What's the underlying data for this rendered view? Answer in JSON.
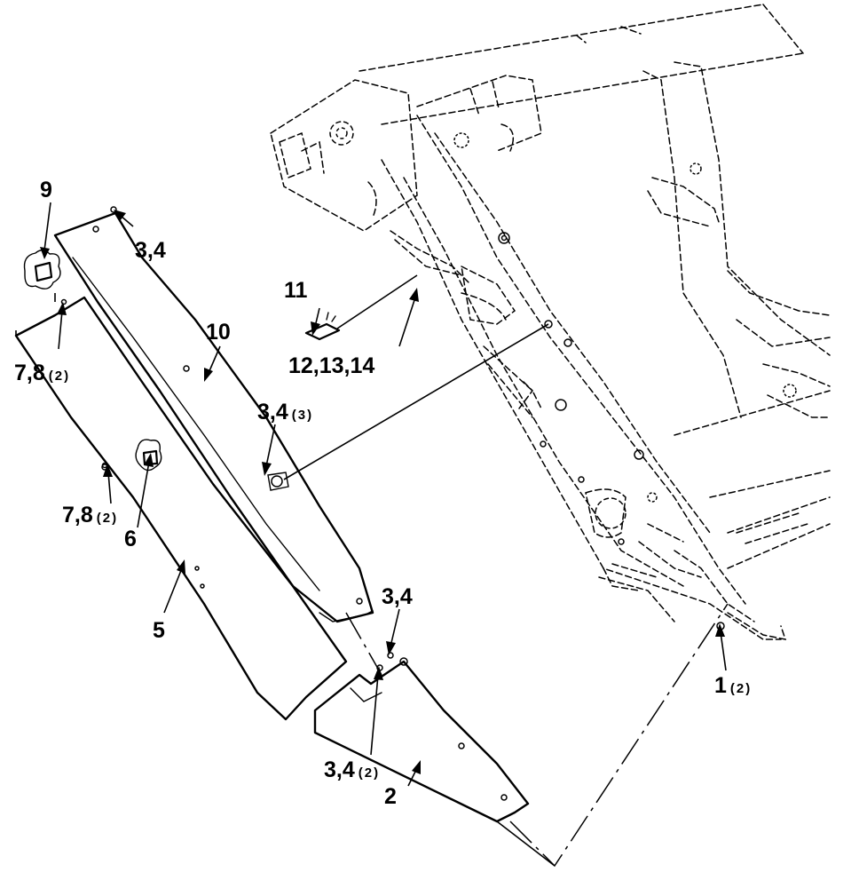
{
  "figure": {
    "callouts": [
      {
        "id": "c9",
        "label": "9",
        "qty": ""
      },
      {
        "id": "c34a",
        "label": "3,4",
        "qty": ""
      },
      {
        "id": "c11",
        "label": "11",
        "qty": ""
      },
      {
        "id": "c10",
        "label": "10",
        "qty": ""
      },
      {
        "id": "c121314",
        "label": "12,13,14",
        "qty": ""
      },
      {
        "id": "c78a",
        "label": "7,8",
        "qty": "(2)"
      },
      {
        "id": "c34b",
        "label": "3,4",
        "qty": "(3)"
      },
      {
        "id": "c78b",
        "label": "7,8",
        "qty": "(2)"
      },
      {
        "id": "c6",
        "label": "6",
        "qty": ""
      },
      {
        "id": "c5",
        "label": "5",
        "qty": ""
      },
      {
        "id": "c34c",
        "label": "3,4",
        "qty": ""
      },
      {
        "id": "c1",
        "label": "1",
        "qty": "(2)"
      },
      {
        "id": "c34d",
        "label": "3,4",
        "qty": "(2)"
      },
      {
        "id": "c2",
        "label": "2",
        "qty": ""
      }
    ]
  }
}
